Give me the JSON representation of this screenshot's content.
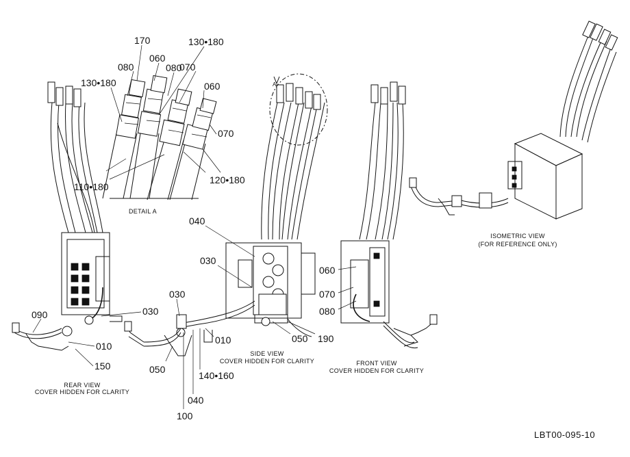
{
  "drawing_number": "LBT00-095-10",
  "views": {
    "detail_a": {
      "caption": "DETAIL A",
      "marker": "A"
    },
    "rear": {
      "caption_line1": "REAR VIEW",
      "caption_line2": "COVER HIDDEN FOR CLARITY"
    },
    "side": {
      "caption_line1": "SIDE VIEW",
      "caption_line2": "COVER HIDDEN FOR CLARITY"
    },
    "front": {
      "caption_line1": "FRONT VIEW",
      "caption_line2": "COVER HIDDEN FOR CLARITY"
    },
    "isometric": {
      "caption_line1": "ISOMETRIC VIEW",
      "caption_line2": "(FOR REFERENCE ONLY)"
    }
  },
  "callouts": {
    "detail_a": [
      "170",
      "060",
      "080",
      "130•180",
      "070",
      "080",
      "130•180",
      "060",
      "070",
      "110•180",
      "120•180"
    ],
    "rear": [
      "090",
      "030",
      "010",
      "150"
    ],
    "side": [
      "040",
      "030",
      "030",
      "050",
      "010",
      "140•160",
      "040",
      "100",
      "050",
      "190"
    ],
    "front": [
      "060",
      "070",
      "080"
    ]
  },
  "colors": {
    "line": "#111111",
    "background": "#ffffff"
  }
}
